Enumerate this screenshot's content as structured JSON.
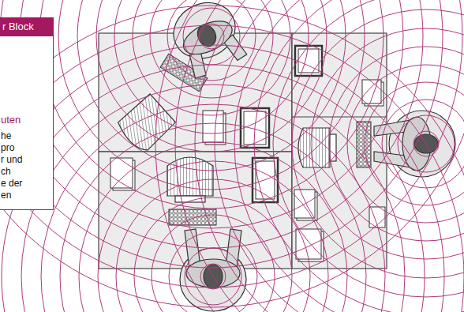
{
  "diagram": {
    "nodes": [
      {
        "text": [
          "r Block"
        ]
      },
      {
        "text": [
          "uten",
          "he",
          "pro",
          "r und",
          "ch",
          "e der",
          "en"
        ]
      }
    ]
  }
}
